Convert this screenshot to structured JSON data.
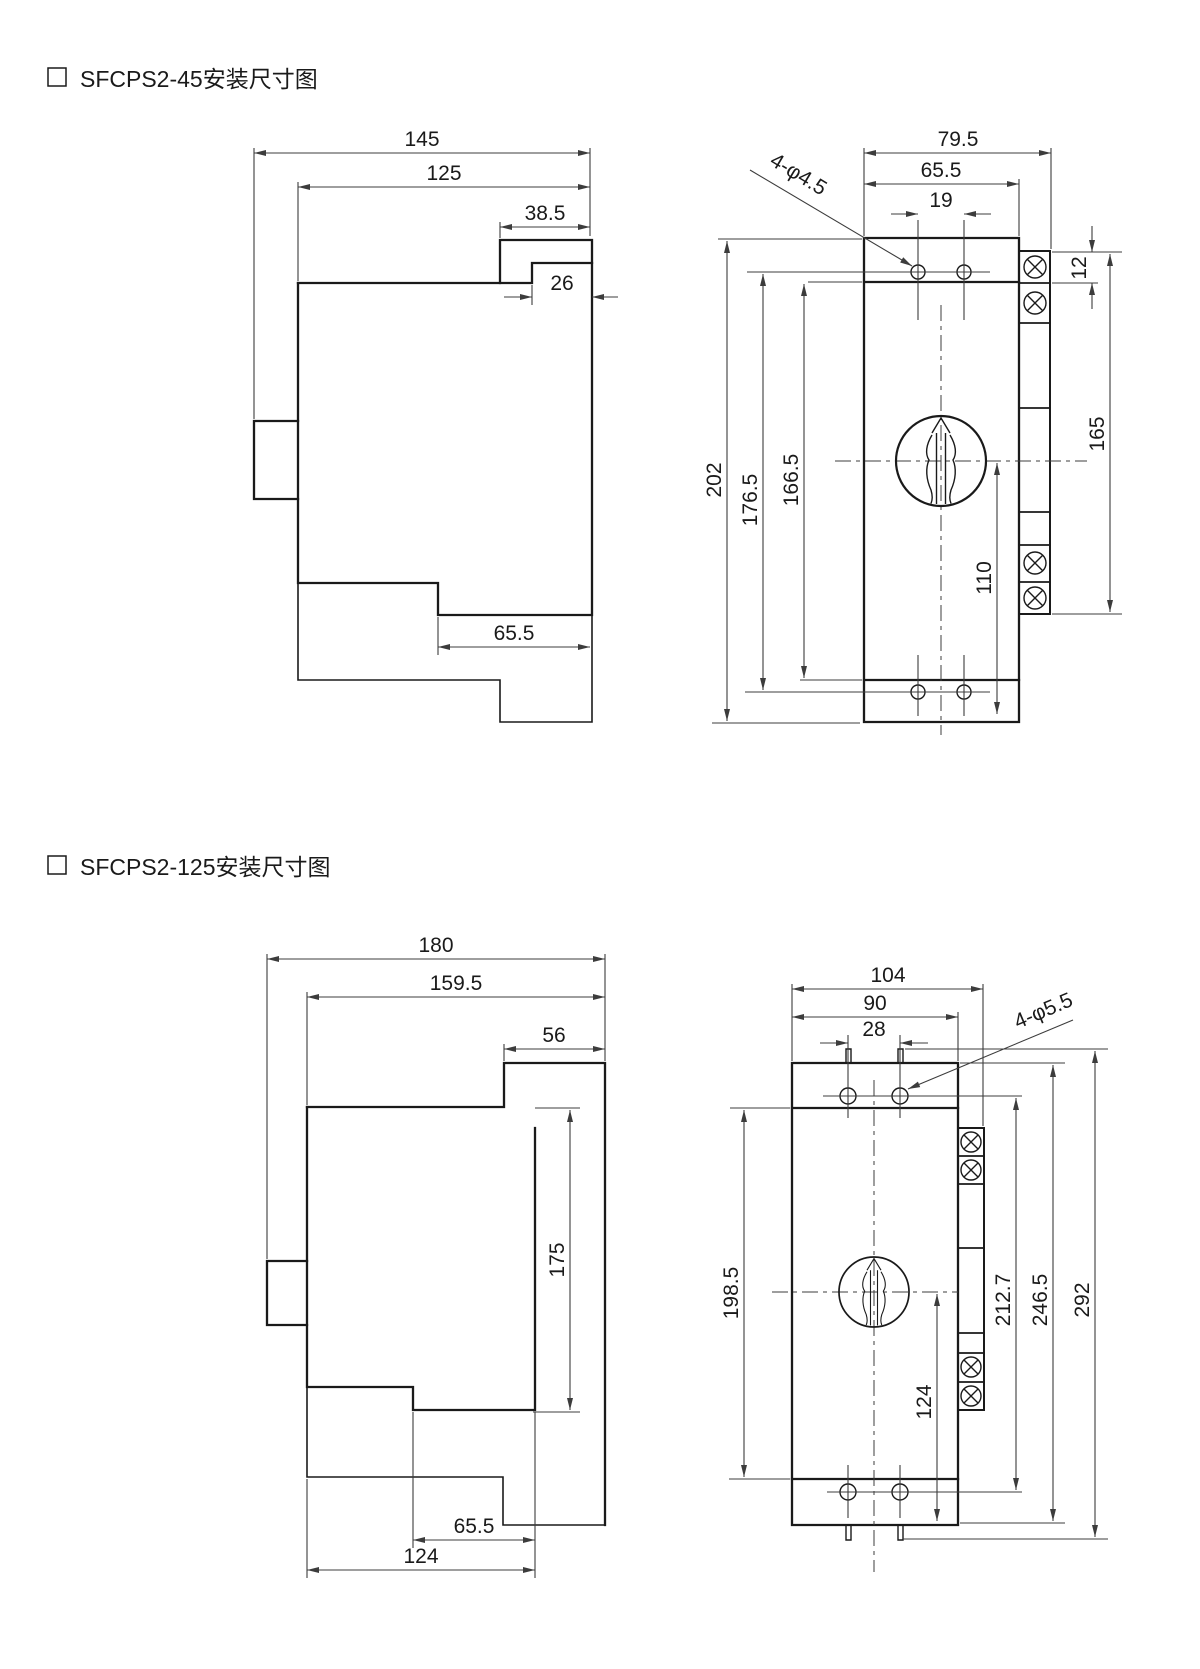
{
  "page": {
    "bg": "#ffffff",
    "ink": "#1a1a1a",
    "dim_ink": "#3c3c3c"
  },
  "sections": [
    {
      "title": "SFCPS2-45安装尺寸图",
      "side_view": {
        "dim_overall_width": "145",
        "dim_body_width": "125",
        "dim_top_step_width": "38.5",
        "dim_top_step2_width": "26",
        "dim_bottom_step_width": "65.5"
      },
      "front_view": {
        "dim_overall_width": "79.5",
        "dim_body_width": "65.5",
        "dim_hole_spacing": "19",
        "hole_callout": "4-φ4.5",
        "dim_overall_height": "202",
        "dim_hole_pitch": "176.5",
        "dim_inner_height": "166.5",
        "dim_center_to_bottom": "110",
        "dim_terminal_step": "12",
        "dim_terminal_span": "165"
      }
    },
    {
      "title": "SFCPS2-125安装尺寸图",
      "side_view": {
        "dim_overall_width": "180",
        "dim_body_width": "159.5",
        "dim_top_step_width": "56",
        "dim_body_height": "175",
        "dim_bottom_step_width": "65.5",
        "dim_bottom_width": "124"
      },
      "front_view": {
        "dim_overall_width": "104",
        "dim_body_width": "90",
        "dim_hole_spacing": "28",
        "hole_callout": "4-φ5.5",
        "dim_inner_height": "198.5",
        "dim_center_to_bottom": "124",
        "dim_hole_pitch": "212.7",
        "dim_body_height": "246.5",
        "dim_overall_height": "292"
      }
    }
  ]
}
